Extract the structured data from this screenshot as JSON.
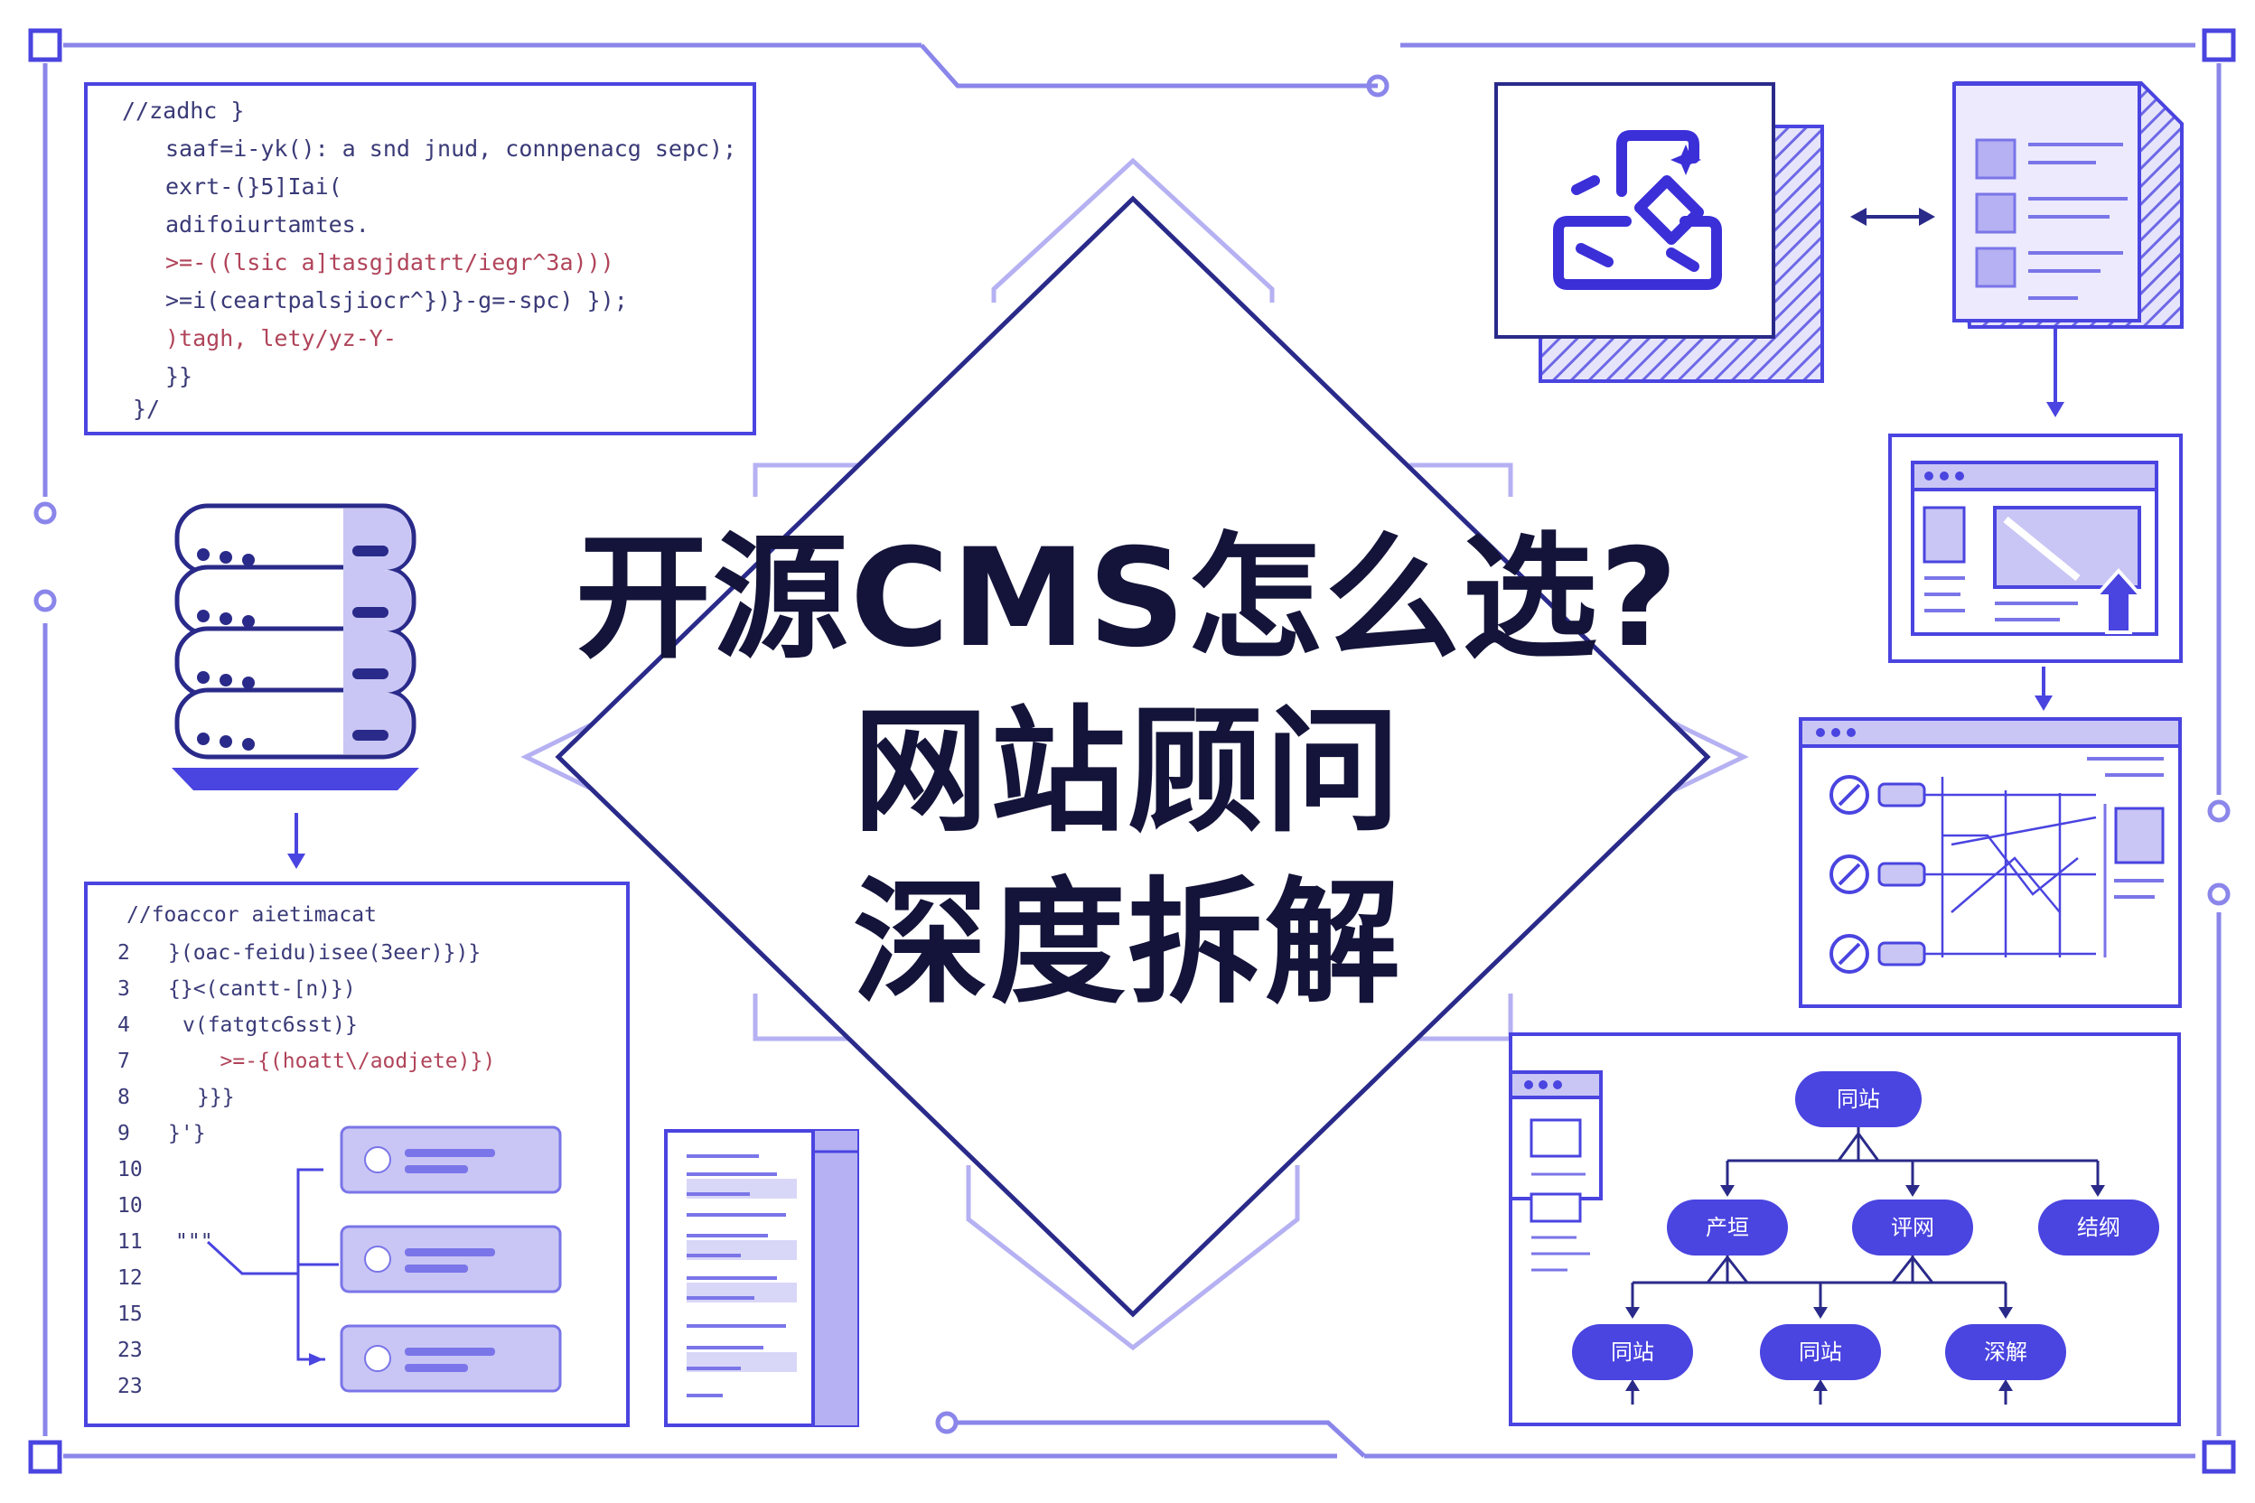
{
  "title": {
    "line1": "开源CMS怎么选?",
    "line2": "网站顾问",
    "line3": "深度拆解"
  },
  "code_block_top": [
    "//zadhc }",
    "saaf=i-yk(): a snd jnud, connpenacg sepc);",
    "exrt-(}5]Iai(",
    "adifoiurtamtes.",
    ">=-((lsic a]tasgjdatrt/iegr^3a)))",
    ">=i(ceartpalsjiocr^})}-g=-spc) });",
    ")tagh, lety/yz-Y-",
    "}}",
    "}/"
  ],
  "code_block_bottom": [
    {
      "n": "",
      "text": "//foaccor aietimacat"
    },
    {
      "n": "2",
      "text": "}(oac-feidu)isee(3eer)})}"
    },
    {
      "n": "3",
      "text": "{}<(cantt-[n)})"
    },
    {
      "n": "4",
      "text": "v(fatgtc6sst)}"
    },
    {
      "n": "7",
      "text": "   >=-{(hoatt\\/aodjete)})"
    },
    {
      "n": "8",
      "text": "}}}"
    },
    {
      "n": "9",
      "text": "}'}"
    },
    {
      "n": "10",
      "text": ""
    },
    {
      "n": "10",
      "text": ""
    },
    {
      "n": "11",
      "text": "\"\"\""
    },
    {
      "n": "12",
      "text": ""
    },
    {
      "n": "15",
      "text": ""
    },
    {
      "n": "23",
      "text": ""
    },
    {
      "n": "23",
      "text": ""
    }
  ],
  "org_chart": {
    "root": "同站",
    "level2": [
      "产垣",
      "评网",
      "结纲"
    ],
    "level3": [
      "同站",
      "同站",
      "深解"
    ]
  },
  "colors": {
    "accent": "#4a44e0",
    "line": "#8a86ea",
    "light": "#c9c6f5",
    "dark_text": "#14143a"
  },
  "icons": [
    "database-icon",
    "cms-logo-icon",
    "document-icon",
    "browser-window-icon",
    "flow-diagram-icon",
    "org-chart-icon",
    "sidebar-list-icon",
    "list-cards-icon"
  ]
}
